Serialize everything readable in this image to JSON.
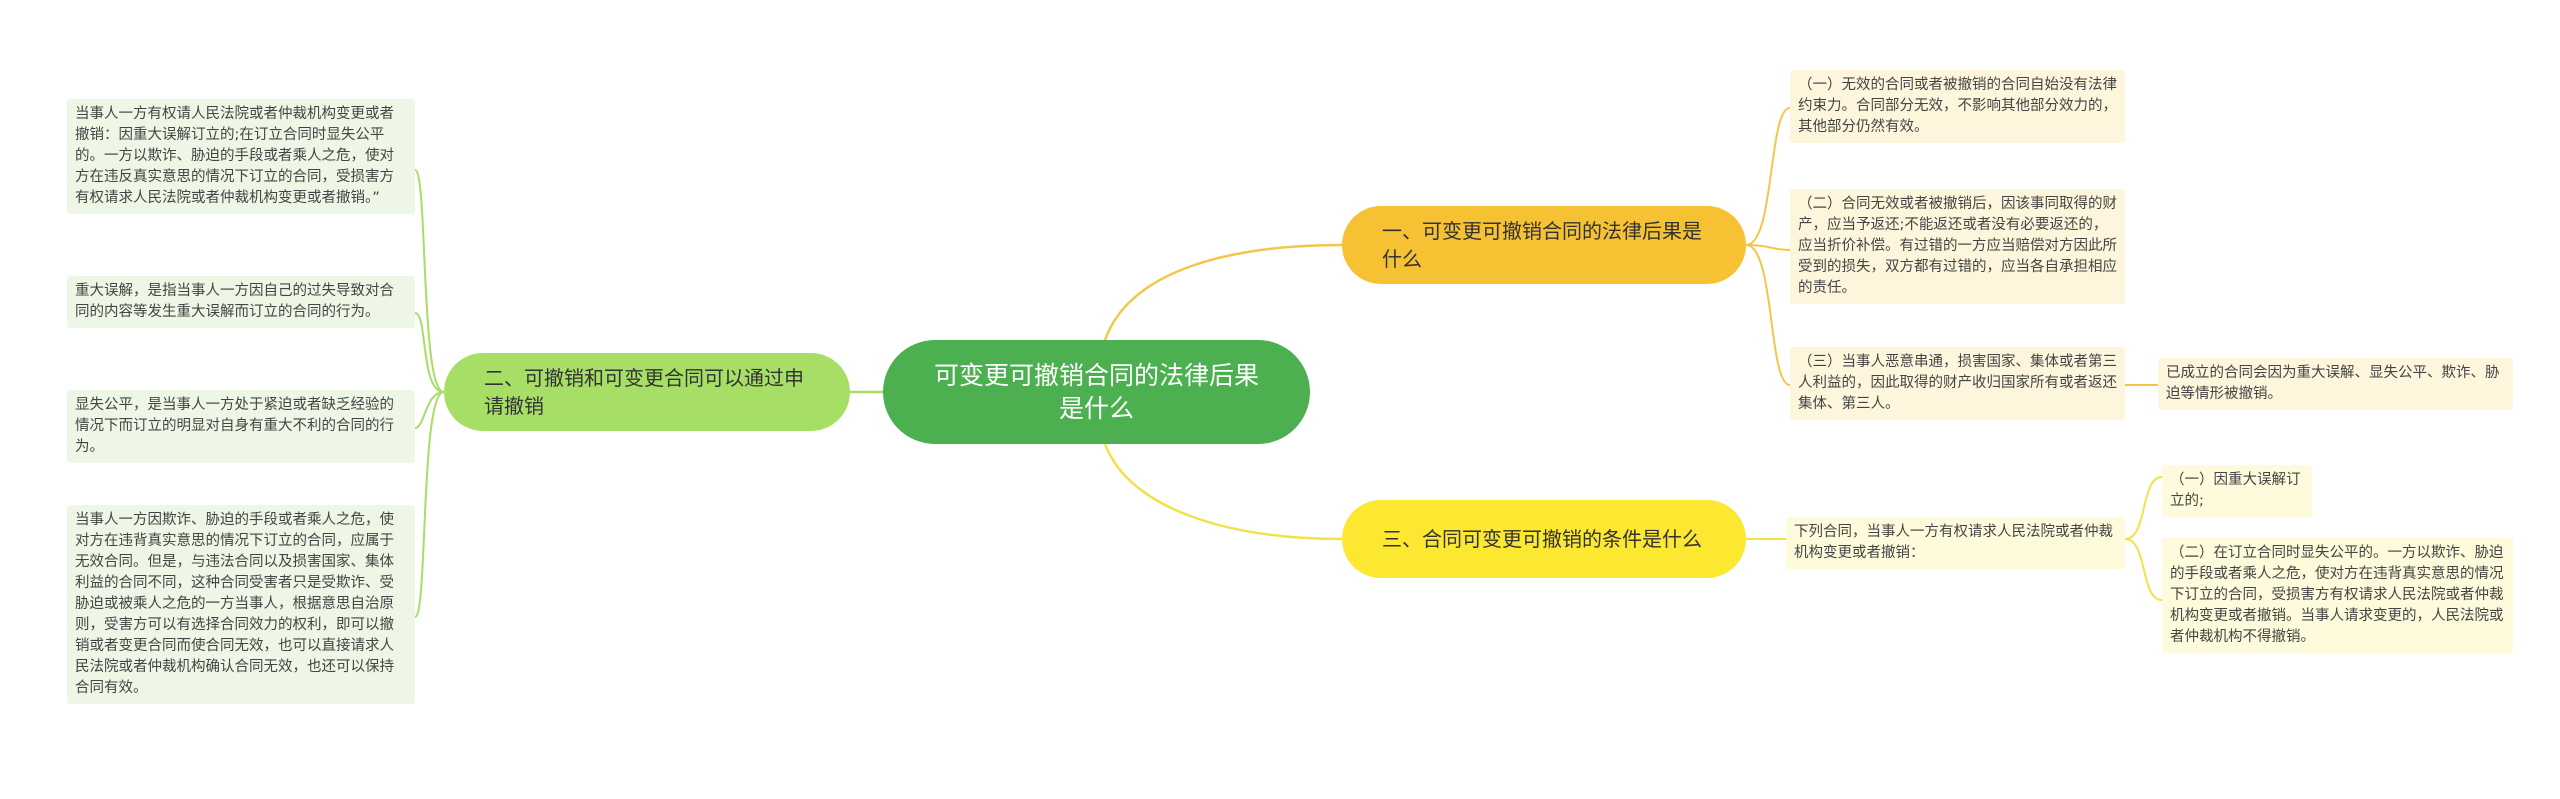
{
  "colors": {
    "root": "#4caf50",
    "branch_orange": "#f7c134",
    "branch_green": "#a7de65",
    "branch_yellow": "#fce731",
    "leaf_orange": "#fdf6dd",
    "leaf_green": "#eef7e5",
    "leaf_yellow": "#fdfbdb",
    "line_orange": "#f3c64a",
    "line_green": "#a7de65",
    "line_yellow": "#f2e24a"
  },
  "root": {
    "label": "可变更可撤销合同的法律后果是什么"
  },
  "branch1": {
    "label": "一、可变更可撤销合同的法律后果是什么",
    "items": [
      "（一）无效的合同或者被撤销的合同自始没有法律约束力。合同部分无效，不影响其他部分效力的，其他部分仍然有效。",
      "（二）合同无效或者被撤销后，因该事同取得的财产，应当予返还;不能返还或者没有必要返还的，应当折价补偿。有过错的一方应当赔偿对方因此所受到的损失，双方都有过错的，应当各自承担相应的责任。",
      "（三）当事人恶意串通，损害国家、集体或者第三人利益的，因此取得的财产收归国家所有或者返还集体、第三人。"
    ],
    "sub_note": "已成立的合同会因为重大误解、显失公平、欺诈、胁迫等情形被撤销。"
  },
  "branch2": {
    "label": "二、可撤销和可变更合同可以通过申请撤销",
    "items": [
      "当事人一方有权请人民法院或者仲裁机构变更或者撤销：因重大误解订立的;在订立合同时显失公平的。一方以欺诈、胁迫的手段或者乘人之危，使对方在违反真实意思的情况下订立的合同，受损害方有权请求人民法院或者仲裁机构变更或者撤销。”",
      "重大误解，是指当事人一方因自己的过失导致对合同的内容等发生重大误解而订立的合同的行为。",
      "显失公平，是当事人一方处于紧迫或者缺乏经验的情况下而订立的明显对自身有重大不利的合同的行为。",
      "当事人一方因欺诈、胁迫的手段或者乘人之危，使对方在违背真实意思的情况下订立的合同，应属于无效合同。但是，与违法合同以及损害国家、集体利益的合同不同，这种合同受害者只是受欺诈、受胁迫或被乘人之危的一方当事人，根据意思自治原则，受害方可以有选择合同效力的权利，即可以撤销或者变更合同而使合同无效，也可以直接请求人民法院或者仲裁机构确认合同无效，也还可以保持合同有效。"
    ]
  },
  "branch3": {
    "label": "三、合同可变更可撤销的条件是什么",
    "intro": "下列合同，当事人一方有权请求人民法院或者仲裁机构变更或者撤销：",
    "items": [
      "（一）因重大误解订立的;",
      "（二）在订立合同时显失公平的。一方以欺诈、胁迫的手段或者乘人之危，使对方在违背真实意思的情况下订立的合同，受损害方有权请求人民法院或者仲裁机构变更或者撤销。当事人请求变更的，人民法院或者仲裁机构不得撤销。"
    ]
  }
}
